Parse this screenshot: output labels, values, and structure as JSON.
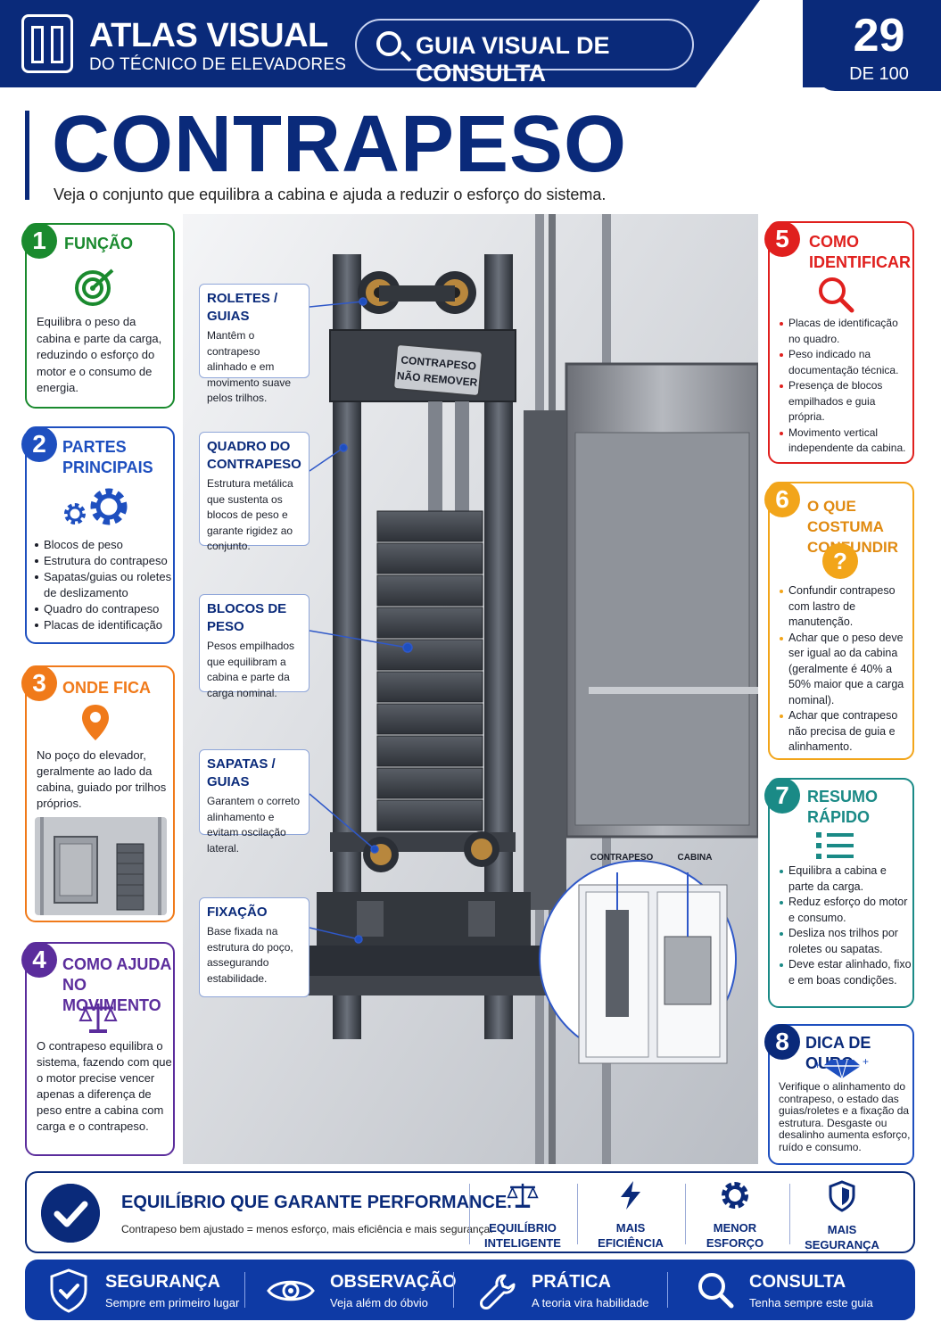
{
  "header": {
    "title": "ATLAS VISUAL",
    "subtitle": "DO TÉCNICO DE ELEVADORES",
    "guide_label": "GUIA VISUAL DE CONSULTA",
    "page_number": "29",
    "page_total": "DE 100"
  },
  "page": {
    "title": "CONTRAPESO",
    "subtitle": "Veja o conjunto que equilibra a cabina e ajuda a reduzir o esforço do sistema."
  },
  "colors": {
    "navy": "#0a2a7a",
    "green": "#1a8a2e",
    "blue": "#1e4fbf",
    "orange": "#f07a1a",
    "purple": "#5b2d9c",
    "red": "#e0201e",
    "amber": "#f2a51a",
    "teal": "#1a8a86"
  },
  "cards": {
    "c1": {
      "num": "1",
      "title": "FUNÇÃO",
      "icon": "target-icon",
      "text": "Equilibra o peso da cabina e parte da carga, reduzindo o esforço do motor e o consumo de energia."
    },
    "c2": {
      "num": "2",
      "title_l1": "PARTES",
      "title_l2": "PRINCIPAIS",
      "icon": "gears-icon",
      "items": [
        "Blocos de peso",
        "Estrutura do contrapeso",
        "Sapatas/guias ou roletes de deslizamento",
        "Quadro do contrapeso",
        "Placas de identificação"
      ]
    },
    "c3": {
      "num": "3",
      "title": "ONDE FICA",
      "icon": "map-pin-icon",
      "text": "No poço do elevador, geralmente ao lado da cabina, guiado por trilhos próprios."
    },
    "c4": {
      "num": "4",
      "title_l1": "COMO AJUDA",
      "title_l2": "NO MOVIMENTO",
      "icon": "balance-scale-icon",
      "text": "O contrapeso equilibra o sistema, fazendo com que o motor precise vencer apenas a diferença de peso entre a cabina com carga e o contrapeso."
    },
    "c5": {
      "num": "5",
      "title_l1": "COMO",
      "title_l2": "IDENTIFICAR",
      "icon": "magnifier-icon",
      "items": [
        "Placas de identificação no quadro.",
        "Peso indicado na documentação técnica.",
        "Presença de blocos empilhados e guia própria.",
        "Movimento vertical independente da cabina."
      ]
    },
    "c6": {
      "num": "6",
      "title_l1": "O QUE COSTUMA",
      "title_l2": "CONFUNDIR",
      "icon": "question-icon",
      "items": [
        "Confundir contrapeso com lastro de manutenção.",
        "Achar que o peso deve ser igual ao da cabina (geralmente é 40% a 50% maior que a carga nominal).",
        "Achar que contrapeso não precisa de guia e alinhamento."
      ]
    },
    "c7": {
      "num": "7",
      "title_l1": "RESUMO",
      "title_l2": "RÁPIDO",
      "icon": "checklist-icon",
      "items": [
        "Equilibra a cabina e parte da carga.",
        "Reduz esforço do motor e consumo.",
        "Desliza nos trilhos por roletes ou sapatas.",
        "Deve estar alinhado, fixo e em boas condições."
      ]
    },
    "c8": {
      "num": "8",
      "title": "DICA DE OURO",
      "icon": "diamond-icon",
      "text": "Verifique o alinhamento do contrapeso, o estado das guias/roletes e a fixação da estrutura. Desgaste ou desalinho aumenta esforço, ruído e consumo."
    }
  },
  "callouts": [
    {
      "title": "ROLETES / GUIAS",
      "text": "Mantêm o contrapeso alinhado e em movimento suave pelos trilhos."
    },
    {
      "title": "QUADRO DO CONTRAPESO",
      "text": "Estrutura metálica que sustenta os blocos de peso e garante rigidez ao conjunto."
    },
    {
      "title": "BLOCOS DE PESO",
      "text": "Pesos empilhados que equilibram a cabina e parte da carga nominal."
    },
    {
      "title": "SAPATAS / GUIAS",
      "text": "Garantem o correto alinhamento e evitam oscilação lateral."
    },
    {
      "title": "FIXAÇÃO",
      "text": "Base fixada na estrutura do poço, assegurando estabilidade."
    }
  ],
  "plate": {
    "line1": "CONTRAPESO",
    "line2": "NÃO REMOVER"
  },
  "diagram": {
    "label_left": "CONTRAPESO",
    "label_right": "CABINA"
  },
  "performance": {
    "title": "EQUILÍBRIO QUE GARANTE PERFORMANCE.",
    "subtitle": "Contrapeso bem ajustado = menos esforço, mais eficiência e mais segurança.",
    "features": [
      {
        "l1": "EQUILÍBRIO",
        "l2": "INTELIGENTE",
        "icon": "balance-scale-icon"
      },
      {
        "l1": "MAIS",
        "l2": "EFICIÊNCIA",
        "icon": "lightning-icon"
      },
      {
        "l1": "MENOR",
        "l2": "ESFORÇO",
        "icon": "gear-icon"
      },
      {
        "l1": "MAIS",
        "l2": "SEGURANÇA",
        "icon": "shield-icon"
      }
    ]
  },
  "footer": [
    {
      "title": "SEGURANÇA",
      "sub": "Sempre em primeiro lugar",
      "icon": "shield-check-icon"
    },
    {
      "title": "OBSERVAÇÃO",
      "sub": "Veja além do óbvio",
      "icon": "eye-icon"
    },
    {
      "title": "PRÁTICA",
      "sub": "A teoria vira habilidade",
      "icon": "wrench-icon"
    },
    {
      "title": "CONSULTA",
      "sub": "Tenha sempre este guia",
      "icon": "search-icon"
    }
  ]
}
